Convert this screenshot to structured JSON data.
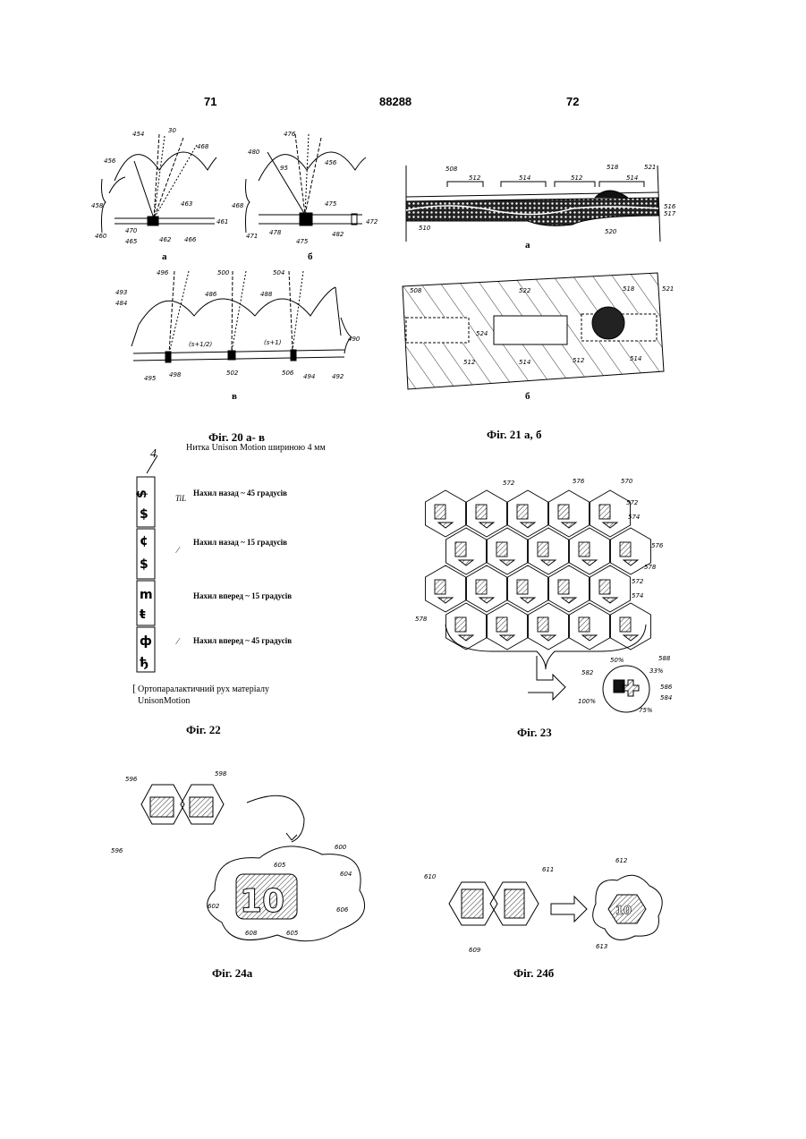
{
  "header": {
    "left_page": "71",
    "center_number": "88288",
    "right_page": "72"
  },
  "fig20": {
    "caption": "Фіг. 20 а- в",
    "sub_a": "а",
    "sub_b": "б",
    "sub_c": "в",
    "labels_a": [
      "454",
      "30",
      "468",
      "456",
      "458",
      "463",
      "461",
      "460",
      "470",
      "465",
      "462",
      "466"
    ],
    "labels_b": [
      "476",
      "480",
      "95",
      "456",
      "468",
      "475",
      "472",
      "471",
      "478",
      "475",
      "482"
    ],
    "labels_c": [
      "496",
      "500",
      "504",
      "493",
      "484",
      "486",
      "488",
      "490",
      "(s+1/2)",
      "(s+1)",
      "495",
      "498",
      "502",
      "506",
      "494",
      "492"
    ]
  },
  "fig21": {
    "caption": "Фіг. 21 а, б",
    "sub_a": "а",
    "sub_b": "б",
    "labels_a": [
      "508",
      "512",
      "514",
      "512",
      "518",
      "514",
      "521",
      "516",
      "517",
      "510",
      "520"
    ],
    "labels_b": [
      "508",
      "522",
      "518",
      "521",
      "524",
      "512",
      "514",
      "512",
      "514"
    ]
  },
  "fig22": {
    "caption": "Фіг. 22",
    "ref_number": "4",
    "thread_label": "Нитка Unison Motion шириною 4 мм",
    "tilt_marker": "TiL",
    "tilt_back_45": "Нахил назад ~ 45 градусів",
    "tilt_back_15": "Нахил назад ~ 15 градусів",
    "tilt_fwd_15": "Нахил вперед ~ 15 градусів",
    "tilt_fwd_45": "Нахил вперед ~ 45 градусів",
    "ortho_line1": "Ортопаралактичний рух матеріалу",
    "ortho_line2": "UnisonMotion"
  },
  "fig23": {
    "caption": "Фіг. 23",
    "labels": [
      "572",
      "576",
      "570",
      "572",
      "574",
      "576",
      "578",
      "572",
      "574",
      "578",
      "582",
      "588",
      "586",
      "584"
    ],
    "percentages": [
      "50%",
      "33%",
      "100%",
      "75%"
    ]
  },
  "fig24a": {
    "caption": "Фіг. 24а",
    "labels": [
      "596",
      "598",
      "596",
      "600",
      "605",
      "604",
      "602",
      "606",
      "608",
      "605"
    ],
    "digits": "10"
  },
  "fig24b": {
    "caption": "Фіг. 24б",
    "labels": [
      "610",
      "611",
      "612",
      "609",
      "613"
    ],
    "digits": "10"
  }
}
